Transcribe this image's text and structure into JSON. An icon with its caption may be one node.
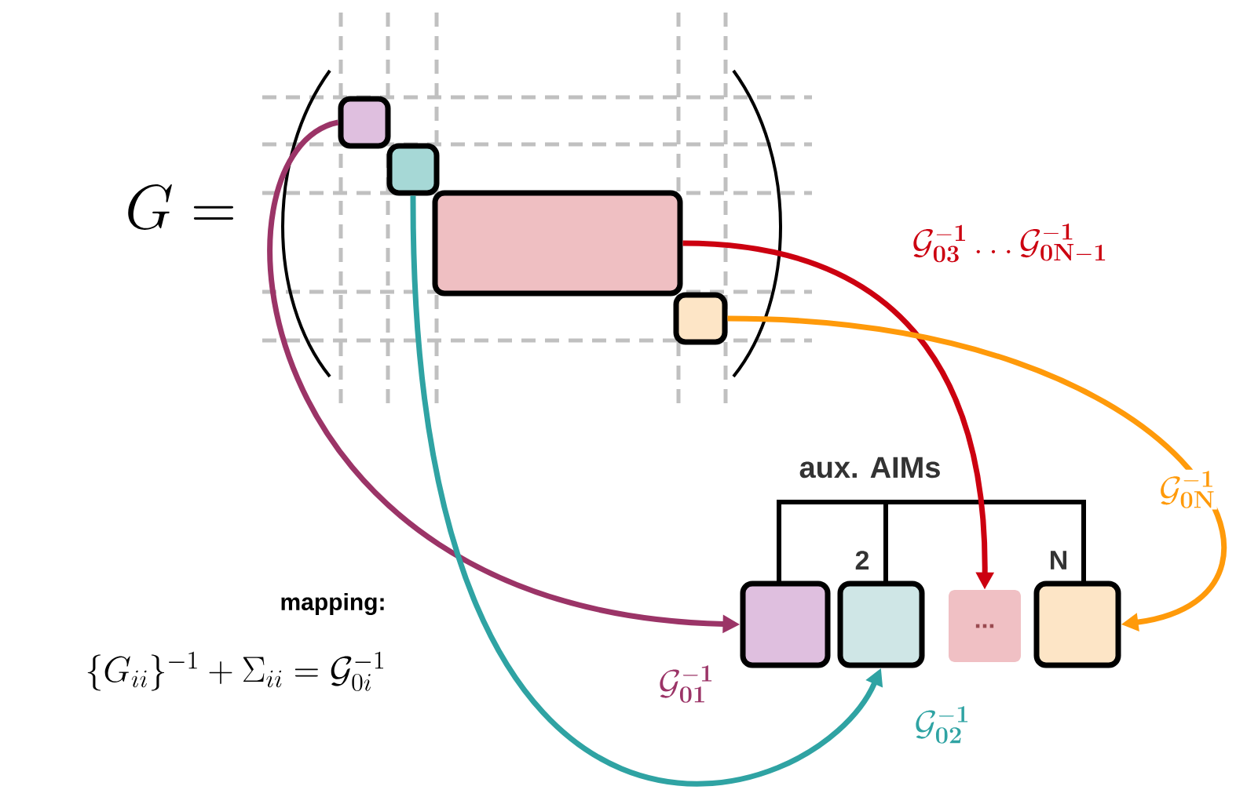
{
  "diagram": {
    "nodes": [
      {
        "text": [],
        "shape": "box"
      },
      {
        "text": [],
        "shape": "box"
      },
      {
        "text": [],
        "shape": "box"
      },
      {
        "text": [],
        "shape": "box"
      },
      {
        "text": [],
        "shape": "box"
      },
      {
        "text": [],
        "shape": "box",
        "beside": [
          "2"
        ]
      },
      {
        "text": [
          "..."
        ]
      },
      {
        "text": [],
        "shape": "box",
        "beside": [
          "N"
        ]
      }
    ],
    "edges": [
      {
        "from": 0,
        "to": 4,
        "arrow": "to",
        "color": "#9b3467",
        "label": "\\mathcal{G}_{\\mathbf{01}}^{\\mathbf{-1}}"
      },
      {
        "from": 1,
        "to": 5,
        "arrow": "to",
        "color": "#2fa3a3",
        "label": "\\mathcal{G}_{\\mathbf{02}}^{\\mathbf{-1}}"
      },
      {
        "from": 2,
        "to": 6,
        "arrow": "to",
        "color": "#cc0010",
        "label": "\\mathcal{G}_{\\mathbf{03}}^{\\mathbf{-1}}\\ldots\\mathcal{G}_{\\mathbf{0N-1}}^{\\mathbf{-1}}"
      },
      {
        "from": 3,
        "to": 7,
        "arrow": "to",
        "color": "#ff9a0a",
        "label": "\\mathcal{G}_{\\mathbf{0N}}^{\\mathbf{-1}}"
      }
    ],
    "labels": [
      "G =",
      "aux. AIMs",
      "mapping:",
      "\\{G_{ii}\\}^{-1}+\\Sigma_{ii}=\\mathcal{G}_{0i}^{-1}"
    ]
  }
}
